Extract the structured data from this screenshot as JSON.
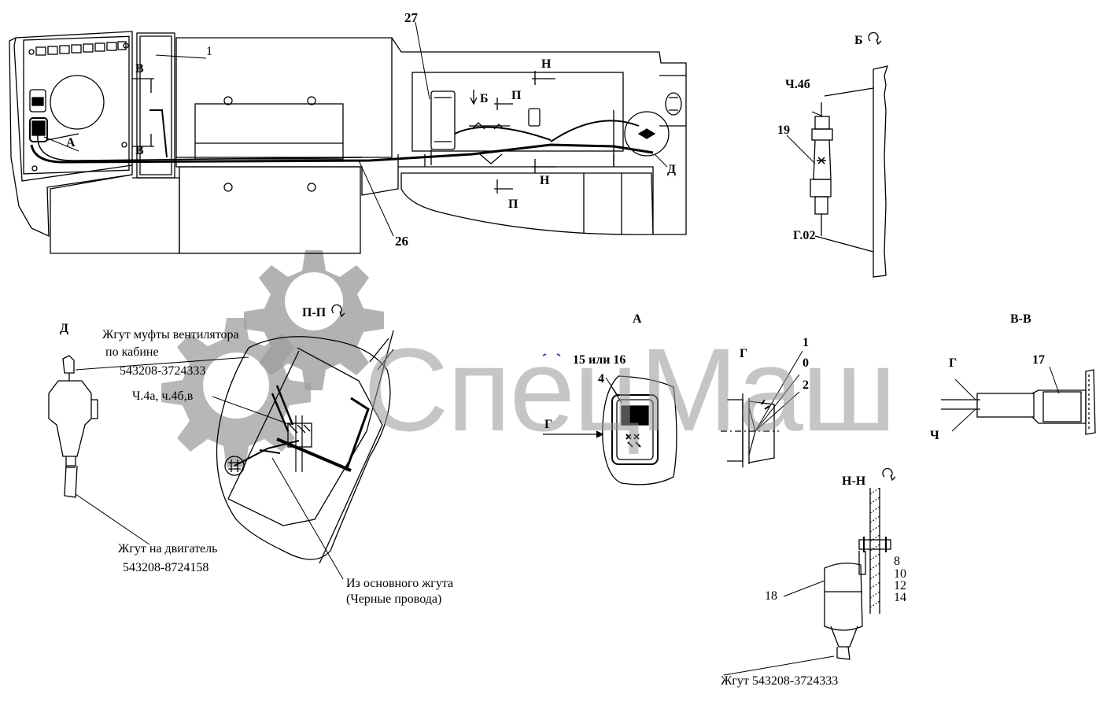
{
  "watermark": {
    "text": "СпецМаш",
    "color": "#9a9a9a"
  },
  "main_view": {
    "callouts": [
      "1",
      "27",
      "26"
    ],
    "section_marks": {
      "v_top": "В",
      "v_bottom": "В",
      "n_top": "Н",
      "n_bottom": "Н",
      "p_top": "П",
      "p_bottom": "П",
      "b": "Б",
      "a": "А",
      "d": "Д"
    }
  },
  "view_b": {
    "title": "Б",
    "labels": {
      "top_wire": "Ч.4б",
      "part": "19",
      "bottom_wire": "Г.02"
    }
  },
  "view_d": {
    "title": "Д",
    "harness_cab": [
      "Жгут муфты вентилятора",
      "по кабине",
      "543208-3724333"
    ],
    "harness_engine": [
      "Жгут на двигатель",
      "543208-8724158"
    ]
  },
  "section_pp": {
    "title": "П-П",
    "wires": "Ч.4а, ч.4б,в",
    "from_main": [
      "Из основного жгута",
      "(Черные провода)"
    ]
  },
  "view_a": {
    "title": "А",
    "labels": {
      "switch": "15 или 16",
      "panel": "4",
      "arrow": "Г"
    }
  },
  "view_g": {
    "title": "Г",
    "positions": [
      "1",
      "0",
      "2"
    ]
  },
  "section_vv": {
    "title": "В-В",
    "labels": {
      "top": "Г",
      "bottom": "Ч",
      "part": "17"
    }
  },
  "section_nn": {
    "title": "Н-Н",
    "fasteners": [
      "8",
      "10",
      "12",
      "14"
    ],
    "part": "18",
    "harness": "Жгут 543208-3724333"
  }
}
